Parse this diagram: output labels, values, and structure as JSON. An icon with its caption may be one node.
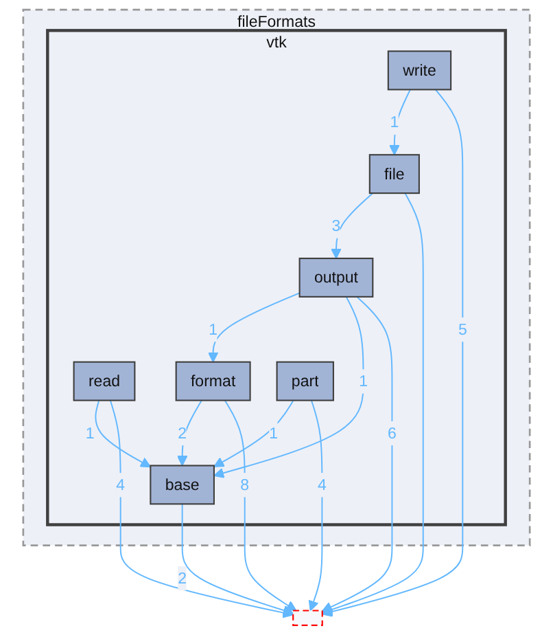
{
  "diagram": {
    "nodes": [
      {
        "text": [
          "fileFormats"
        ]
      },
      {
        "text": [
          "vtk"
        ],
        "in": 0
      },
      {
        "text": [
          "write"
        ],
        "in": 1
      },
      {
        "text": [
          "file"
        ],
        "in": 1
      },
      {
        "text": [
          "output"
        ],
        "in": 1
      },
      {
        "text": [
          "read"
        ],
        "in": 1
      },
      {
        "text": [
          "format"
        ],
        "in": 1
      },
      {
        "text": [
          "part"
        ],
        "in": 1
      },
      {
        "text": [
          "base"
        ],
        "in": 1
      },
      {
        "text": [],
        "shape": "box"
      }
    ],
    "edges": [
      {
        "from": 2,
        "to": 3,
        "arrow": "to",
        "label": "1"
      },
      {
        "from": 2,
        "to": 9,
        "arrow": "to",
        "label": "5"
      },
      {
        "from": 3,
        "to": 4,
        "arrow": "to",
        "label": "3"
      },
      {
        "from": 3,
        "to": 9,
        "arrow": "to"
      },
      {
        "from": 4,
        "to": 6,
        "arrow": "to",
        "label": "1"
      },
      {
        "from": 4,
        "to": 8,
        "arrow": "to",
        "label": "1"
      },
      {
        "from": 4,
        "to": 9,
        "arrow": "to",
        "label": "6"
      },
      {
        "from": 5,
        "to": 8,
        "arrow": "to",
        "label": "1"
      },
      {
        "from": 5,
        "to": 9,
        "arrow": "to",
        "label": "4"
      },
      {
        "from": 6,
        "to": 8,
        "arrow": "to",
        "label": "2"
      },
      {
        "from": 6,
        "to": 9,
        "arrow": "to",
        "label": "8"
      },
      {
        "from": 7,
        "to": 8,
        "arrow": "to",
        "label": "1"
      },
      {
        "from": 7,
        "to": 9,
        "arrow": "to",
        "label": "4"
      },
      {
        "from": 8,
        "to": 9,
        "arrow": "to",
        "label": "2"
      }
    ]
  }
}
